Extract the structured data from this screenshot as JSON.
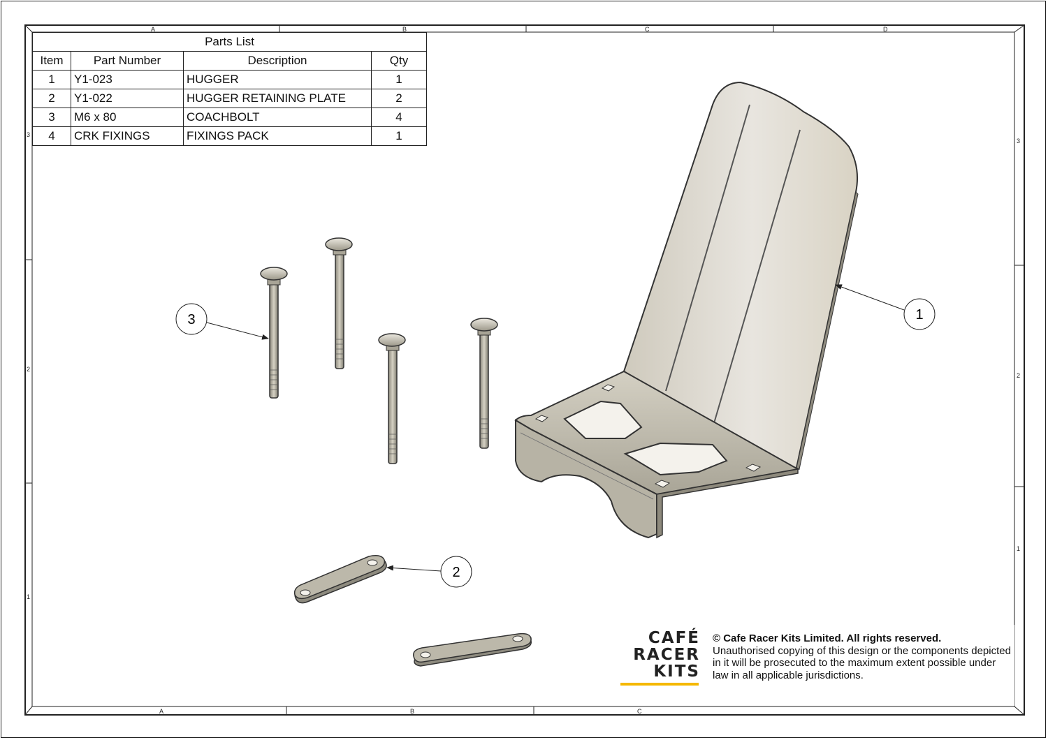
{
  "parts_list": {
    "title": "Parts List",
    "headers": {
      "item": "Item",
      "part_number": "Part Number",
      "description": "Description",
      "qty": "Qty"
    },
    "rows": [
      {
        "item": "1",
        "part_number": "Y1-023",
        "description": "HUGGER",
        "qty": "1"
      },
      {
        "item": "2",
        "part_number": "Y1-022",
        "description": "HUGGER RETAINING PLATE",
        "qty": "2"
      },
      {
        "item": "3",
        "part_number": "M6 x 80",
        "description": "COACHBOLT",
        "qty": "4"
      },
      {
        "item": "4",
        "part_number": "CRK FIXINGS",
        "description": "FIXINGS PACK",
        "qty": "1"
      }
    ]
  },
  "zones": {
    "top": [
      "A",
      "B",
      "C",
      "D"
    ],
    "bottom": [
      "A",
      "B",
      "C"
    ],
    "left": [
      "3",
      "2",
      "1"
    ],
    "right": [
      "3",
      "2",
      "1"
    ]
  },
  "balloons": {
    "hugger": "1",
    "plate": "2",
    "bolt": "3"
  },
  "logo": {
    "line1": "CAFÉ",
    "line2": "RACER",
    "line3": "KITS"
  },
  "copyright": {
    "headline": "© Cafe Racer Kits Limited. All rights reserved.",
    "body": "Unauthorised copying of this design or the components depicted in it will be prosecuted to the maximum extent possible under law in all applicable jurisdictions."
  },
  "colors": {
    "metal": "#c9c5b6",
    "metal_dark": "#8d8a7e",
    "accent": "#f5b800",
    "line": "#222222"
  }
}
